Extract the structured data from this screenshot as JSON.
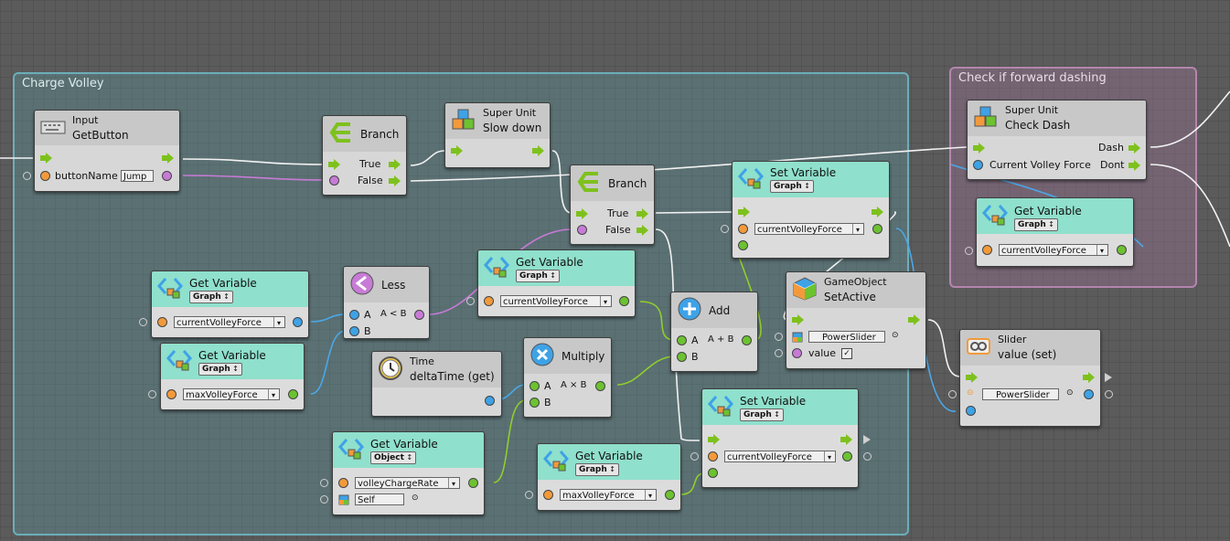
{
  "groups": {
    "charge_volley": "Charge Volley",
    "forward_dashing": "Check if forward dashing"
  },
  "nodes": {
    "input": {
      "t1": "Input",
      "t2": "GetButton",
      "port": "buttonName",
      "value": "Jump"
    },
    "branch1": {
      "title": "Branch",
      "true": "True",
      "false": "False"
    },
    "super_slow": {
      "t1": "Super Unit",
      "t2": "Slow down"
    },
    "branch2": {
      "title": "Branch",
      "true": "True",
      "false": "False"
    },
    "setvar1": {
      "title": "Set Variable",
      "tag": "Graph",
      "value": "currentVolleyForce"
    },
    "super_dash": {
      "t1": "Super Unit",
      "t2": "Check Dash",
      "dash": "Dash",
      "dont": "Dont",
      "input": "Current Volley Force"
    },
    "getvar_dash": {
      "title": "Get Variable",
      "tag": "Graph",
      "value": "currentVolleyForce"
    },
    "getvar_current1": {
      "title": "Get Variable",
      "tag": "Graph",
      "value": "currentVolleyForce"
    },
    "getvar_max1": {
      "title": "Get Variable",
      "tag": "Graph",
      "value": "maxVolleyForce"
    },
    "less": {
      "title": "Less",
      "a": "A",
      "expr": "A < B",
      "b": "B"
    },
    "getvar_current2": {
      "title": "Get Variable",
      "tag": "Graph",
      "value": "currentVolleyForce"
    },
    "add": {
      "title": "Add",
      "a": "A",
      "expr": "A + B",
      "b": "B"
    },
    "setactive": {
      "t1": "GameObject",
      "t2": "SetActive",
      "target": "PowerSlider",
      "value_label": "value",
      "checked": "✓"
    },
    "slider": {
      "t1": "Slider",
      "t2": "value (set)",
      "target": "PowerSlider"
    },
    "time": {
      "t1": "Time",
      "t2": "deltaTime (get)"
    },
    "multiply": {
      "title": "Multiply",
      "a": "A",
      "expr": "A × B",
      "b": "B"
    },
    "setvar2": {
      "title": "Set Variable",
      "tag": "Graph",
      "value": "currentVolleyForce"
    },
    "getvar_rate": {
      "title": "Get Variable",
      "tag": "Object",
      "value": "volleyChargeRate",
      "self": "Self"
    },
    "getvar_max2": {
      "title": "Get Variable",
      "tag": "Graph",
      "value": "maxVolleyForce"
    }
  },
  "colors": {
    "control_flow": "#ffffff",
    "float_wire": "#4aa8e8",
    "bool_wire": "#c77bd6",
    "object_wire": "#8fce2c",
    "variable_header": "#8fe0cc",
    "charge_group": "#5fa8b5",
    "dash_group": "#b079a8"
  },
  "icons": [
    "keyboard-icon",
    "branch-icon",
    "super-unit-icon",
    "variable-icon",
    "less-icon",
    "add-icon",
    "multiply-icon",
    "clock-icon",
    "gameobject-icon",
    "slider-icon"
  ]
}
